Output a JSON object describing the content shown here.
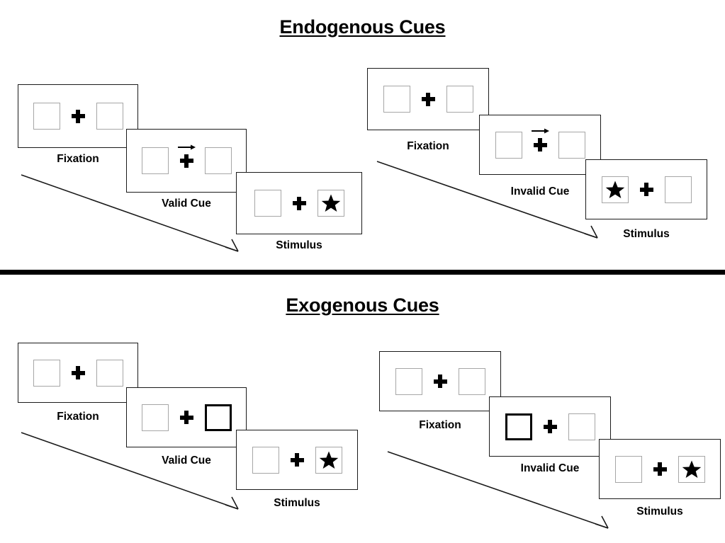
{
  "figure": {
    "background_color": "#ffffff",
    "ink_color": "#000000",
    "box_outline_color": "#a6a6a6",
    "cued_box_outline_color": "#000000",
    "divider_color": "#000000"
  },
  "sections": [
    {
      "id": "endogenous",
      "title": "Endogenous Cues",
      "groups": [
        {
          "id": "endogenous-valid",
          "condition": "valid",
          "panels": [
            {
              "caption": "Fixation",
              "cue": "none",
              "cued_side": "none",
              "target_side": "none"
            },
            {
              "caption": "Valid Cue",
              "cue": "arrow-right",
              "cued_side": "right",
              "target_side": "none"
            },
            {
              "caption": "Stimulus",
              "cue": "none",
              "cued_side": "none",
              "target_side": "right"
            }
          ]
        },
        {
          "id": "endogenous-invalid",
          "condition": "invalid",
          "panels": [
            {
              "caption": "Fixation",
              "cue": "none",
              "cued_side": "none",
              "target_side": "none"
            },
            {
              "caption": "Invalid Cue",
              "cue": "arrow-right",
              "cued_side": "right",
              "target_side": "none"
            },
            {
              "caption": "Stimulus",
              "cue": "none",
              "cued_side": "none",
              "target_side": "left"
            }
          ]
        }
      ]
    },
    {
      "id": "exogenous",
      "title": "Exogenous Cues",
      "groups": [
        {
          "id": "exogenous-valid",
          "condition": "valid",
          "panels": [
            {
              "caption": "Fixation",
              "cue": "none",
              "cued_side": "none",
              "target_side": "none"
            },
            {
              "caption": "Valid Cue",
              "cue": "box-highlight",
              "cued_side": "right",
              "target_side": "none"
            },
            {
              "caption": "Stimulus",
              "cue": "none",
              "cued_side": "none",
              "target_side": "right"
            }
          ]
        },
        {
          "id": "exogenous-invalid",
          "condition": "invalid",
          "panels": [
            {
              "caption": "Fixation",
              "cue": "none",
              "cued_side": "none",
              "target_side": "none"
            },
            {
              "caption": "Invalid Cue",
              "cue": "box-highlight",
              "cued_side": "left",
              "target_side": "none"
            },
            {
              "caption": "Stimulus",
              "cue": "none",
              "cued_side": "none",
              "target_side": "right"
            }
          ]
        }
      ]
    }
  ],
  "icons": {
    "fixation_cross": "plus-icon",
    "target": "star-icon",
    "directional_cue": "arrow-right-icon",
    "time_flow": "time-arrow-icon"
  }
}
